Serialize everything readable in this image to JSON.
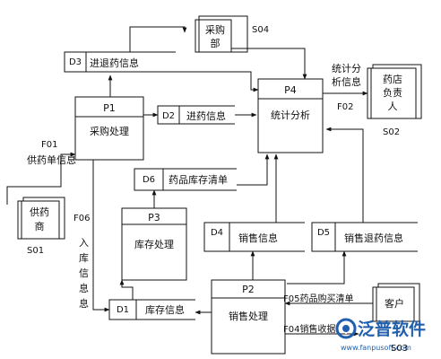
{
  "processes": {
    "p1": {
      "id": "P1",
      "name": "采购处理"
    },
    "p2": {
      "id": "P2",
      "name": "销售处理"
    },
    "p3": {
      "id": "P3",
      "name": "库存处理"
    },
    "p4": {
      "id": "P4",
      "name": "统计分析"
    }
  },
  "stores": {
    "d1": {
      "id": "D1",
      "name": "库存信息"
    },
    "d2": {
      "id": "D2",
      "name": "进药信息"
    },
    "d3": {
      "id": "D3",
      "name": "进退药信息"
    },
    "d4": {
      "id": "D4",
      "name": "销售信息"
    },
    "d5": {
      "id": "D5",
      "name": "销售退药信息"
    },
    "d6": {
      "id": "D6",
      "name": "药品库存清单"
    }
  },
  "entities": {
    "s01": {
      "line1": "供药",
      "line2": "商",
      "code": "S01"
    },
    "s02": {
      "line1": "药店",
      "line2": "负责",
      "line3": "人",
      "code": "S02"
    },
    "s03": {
      "name": "客户",
      "code": "S03"
    },
    "s04": {
      "line1": "采购",
      "line2": "部",
      "code": "S04"
    }
  },
  "flows": {
    "f01_code": "F01",
    "f01_label": "供药单信息",
    "f02_code": "F02",
    "f02_line1": "统计分",
    "f02_line2": "析信息",
    "f04": "F04销售收据",
    "f05": "F05药品购买清单",
    "f06_code": "F06",
    "f06_chars": [
      "入",
      "库",
      "信",
      "息",
      "息"
    ]
  },
  "watermark": {
    "brand": "泛普软件",
    "url": "www.fanpusoft.com"
  }
}
